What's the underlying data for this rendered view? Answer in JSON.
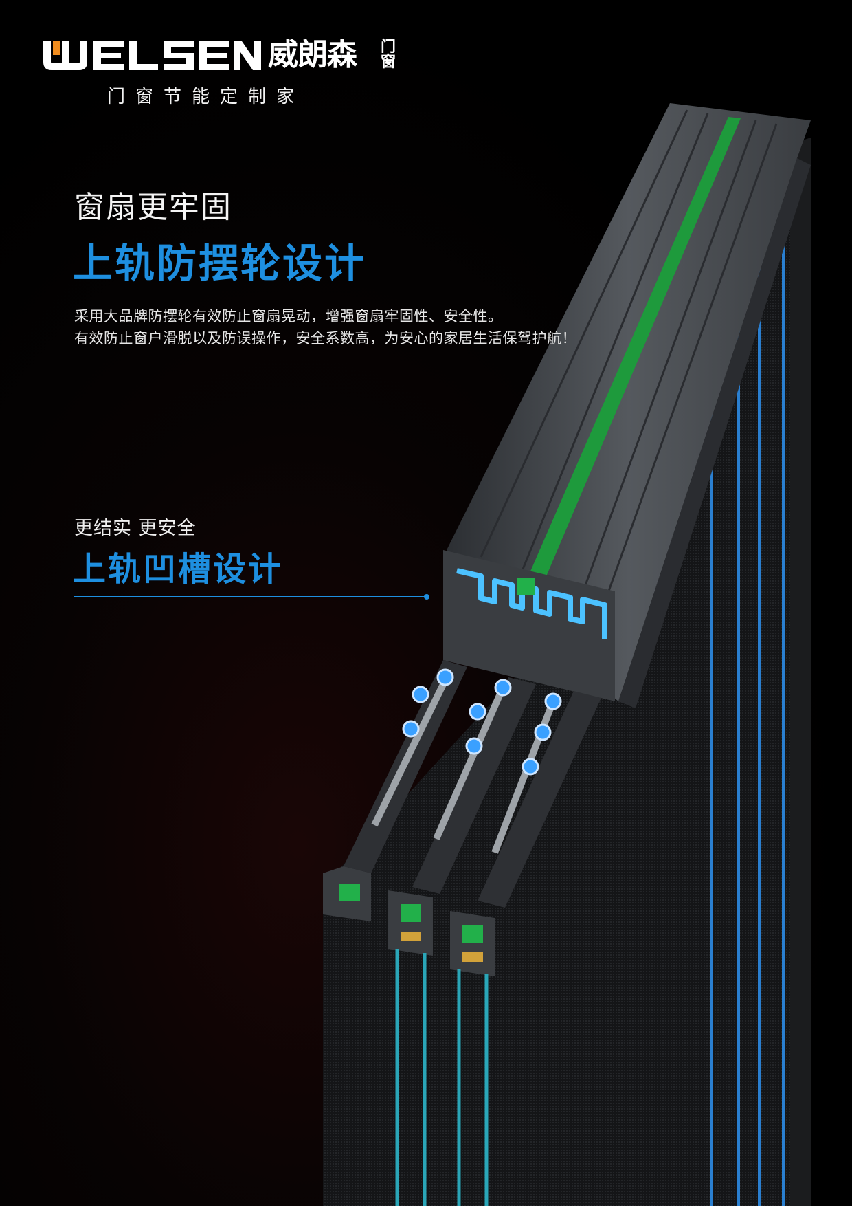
{
  "brand": {
    "logo_text": "WELSEN",
    "name_cn": "威朗森",
    "name_cn_small": "门窗",
    "slogan": "门窗节能定制家"
  },
  "feature_1": {
    "subtitle": "窗扇更牢固",
    "title": "上轨防摆轮设计",
    "description_lines": [
      "采用大品牌防摆轮有效防止窗扇晃动，增强窗扇牢固性、安全性。",
      "有效防止窗户滑脱以及防误操作，安全系数高，为安心的家居生活保驾护航！"
    ]
  },
  "feature_2": {
    "subtitle": "更结实 更安全",
    "title": "上轨凹槽设计"
  },
  "colors": {
    "background": "#000000",
    "accent_blue": "#1e8fe0",
    "brand_orange": "#f08c1e",
    "profile_gray": "#4a4d52",
    "seal_green": "#1e9a3c",
    "glass_blue": "#2a7fd0"
  },
  "icons": {
    "logo": "welsen-wordmark-logo",
    "illustration": "sliding-window-top-rail-cutaway"
  }
}
